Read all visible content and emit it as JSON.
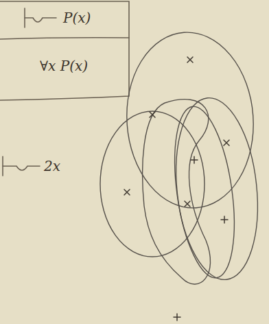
{
  "diagram": {
    "labels": [
      "P(x)",
      "∀x P(x)",
      "2x"
    ]
  }
}
